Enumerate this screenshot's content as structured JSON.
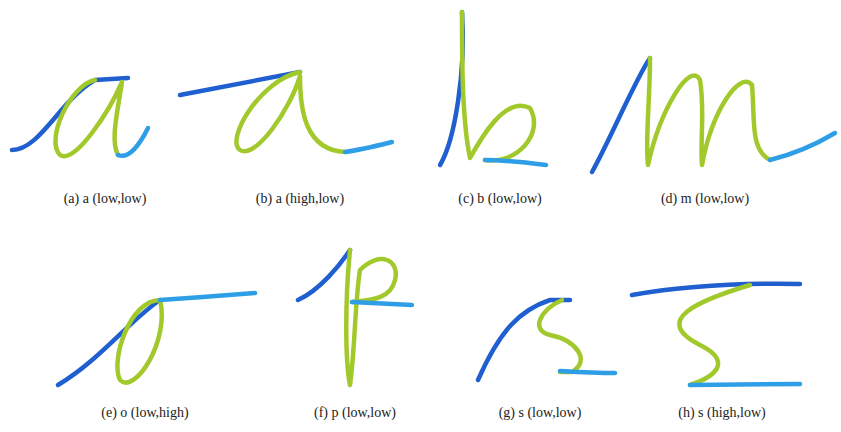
{
  "diagram": {
    "labels": [
      "(a) a (low,low)",
      "(b) a (high,low)",
      "(c) b (low,low)",
      "(d) m (low,low)",
      "(e) o (low,high)",
      "(f) p (low,low)",
      "(g) s (low,low)",
      "(h) s (high,low)"
    ]
  }
}
